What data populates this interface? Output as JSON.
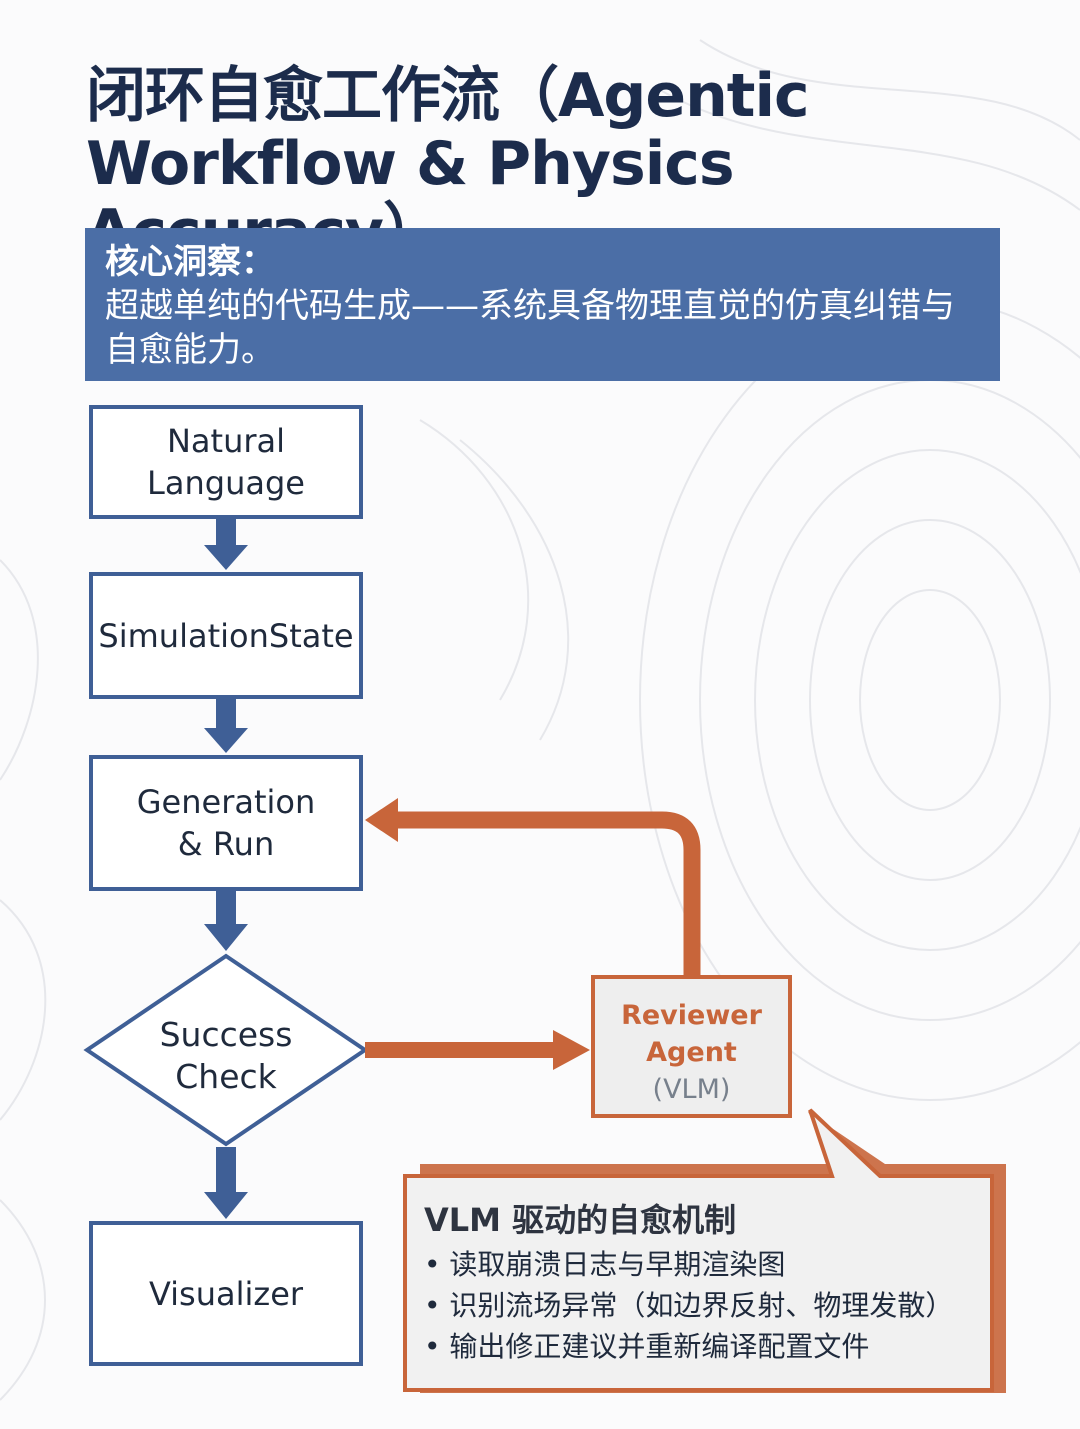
{
  "title": "闭环自愈工作流（Agentic Workflow & Physics Accuracy）",
  "insight": {
    "heading": "核心洞察：",
    "body": "超越单纯的代码生成——系统具备物理直觉的仿真纠错与自愈能力。"
  },
  "flow": {
    "step1": "Natural\nLanguage",
    "step2": "SimulationState",
    "step3": "Generation\n& Run",
    "decision": "Success\nCheck",
    "step4": "Visualizer"
  },
  "reviewer": {
    "line1": "Reviewer",
    "line2": "Agent",
    "line3": "(VLM)"
  },
  "callout": {
    "heading": "VLM 驱动的自愈机制",
    "bullets": [
      "读取崩溃日志与早期渲染图",
      "识别流场异常（如边界反射、物理发散）",
      "输出修正建议并重新编译配置文件"
    ]
  },
  "colors": {
    "title": "#1c2c4c",
    "primary_blue": "#3f5f96",
    "insight_bg": "#4b6ea6",
    "accent_orange": "#c8653a"
  }
}
